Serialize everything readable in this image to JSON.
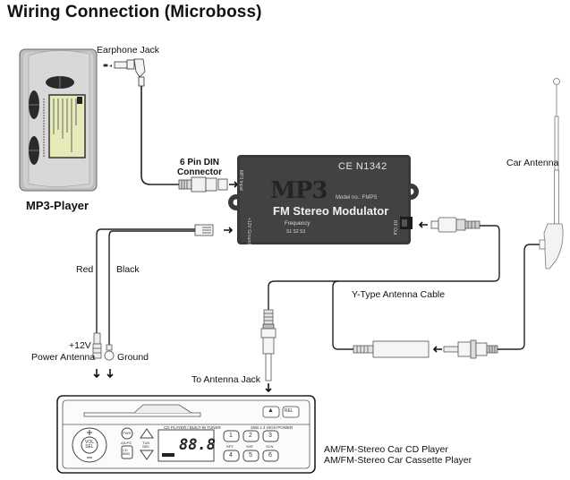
{
  "title": "Wiring Connection (Microboss)",
  "labels": {
    "earphone_jack": "Earphone Jack",
    "mp3_player": "MP3-Player",
    "din_connector_line1": "6 Pin DIN",
    "din_connector_line2": "Connector",
    "car_antenna": "Car Antenna",
    "red": "Red",
    "black": "Black",
    "power_antenna_line1": "+12V",
    "power_antenna_line2": "Power Antenna",
    "ground": "Ground",
    "y_cable": "Y-Type Antenna Cable",
    "to_antenna_jack": "To Antenna Jack",
    "radio_line1": "AM/FM-Stereo Car CD Player",
    "radio_line2": "AM/FM-Stereo Car Cassette Player"
  },
  "modulator": {
    "brand": "MP3",
    "name": "FM Stereo Modulator",
    "model": "Model no.: FMPS",
    "cert": "CE N1342",
    "port_mp3": "MP3 Input",
    "port_power": "+12V Ground",
    "port_rf": "RF Out",
    "frequency_label": "Frequency",
    "frequency_switches": "S1 S2 S3"
  },
  "radio": {
    "panel_title": "CD PLAYER / BUILT-IN TUNER",
    "power_label": "25W x 4 HIGH POWER",
    "display_value": "88.8",
    "vol_label": "VOL SEL",
    "pwr_label": "PWR",
    "asps_label": "AS/PS",
    "cd_label": "CD BND",
    "tune_label": "TUN SEK",
    "eject_label": "▲",
    "rel_label": "REL",
    "presets": [
      "1",
      "2",
      "3",
      "4",
      "5",
      "6"
    ],
    "preset_tags": [
      "RPT",
      "SHF",
      "SCN"
    ]
  },
  "colors": {
    "background": "#ffffff",
    "modulator_body": "#3a3838",
    "line": "#222222"
  }
}
